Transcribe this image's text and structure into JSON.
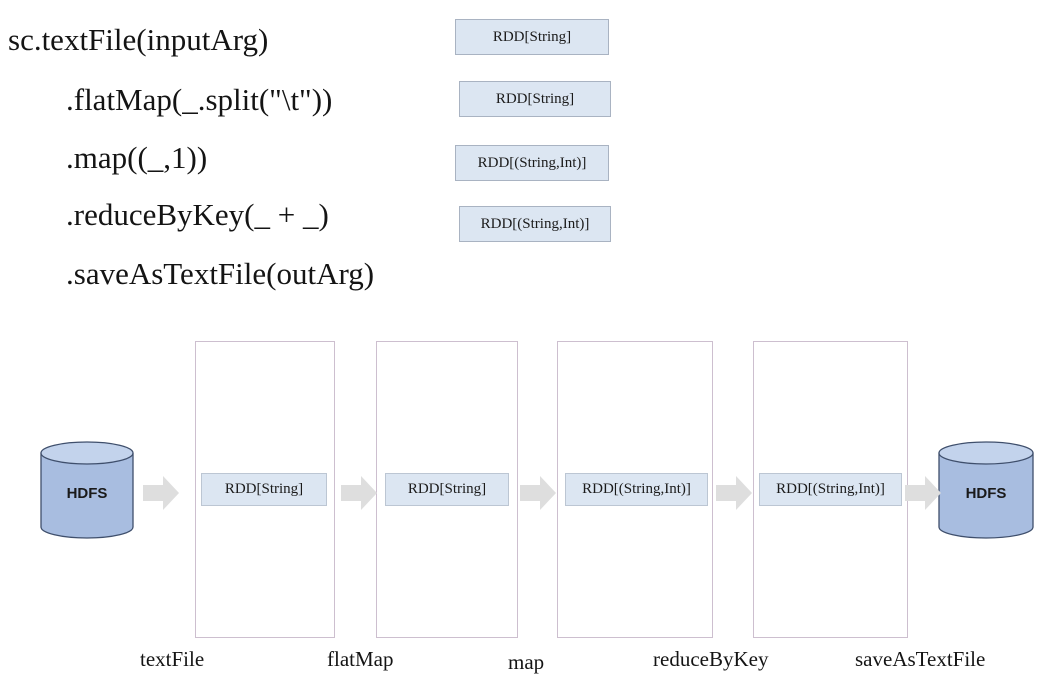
{
  "code": {
    "line1": "sc.textFile(inputArg)",
    "line2": ".flatMap(_.split(\"\\t\"))",
    "line3": ".map((_,1))",
    "line4": ".reduceByKey(_ + _)",
    "line5": ".saveAsTextFile(outArg)"
  },
  "code_types": {
    "line1": "RDD[String]",
    "line2": "RDD[String]",
    "line3": "RDD[(String,Int)]",
    "line4": "RDD[(String,Int)]"
  },
  "pipeline": {
    "source": "HDFS",
    "sink": "HDFS",
    "stages": [
      "RDD[String]",
      "RDD[String]",
      "RDD[(String,Int)]",
      "RDD[(String,Int)]"
    ]
  },
  "operations": [
    "textFile",
    "flatMap",
    "map",
    "reduceByKey",
    "saveAsTextFile"
  ],
  "colors": {
    "rdd_fill": "#dce6f2",
    "cylinder_fill": "#a8bde0",
    "cylinder_stroke": "#3f4f6c",
    "arrow_fill": "#dedede",
    "frame_stroke": "#cdbfcf"
  }
}
